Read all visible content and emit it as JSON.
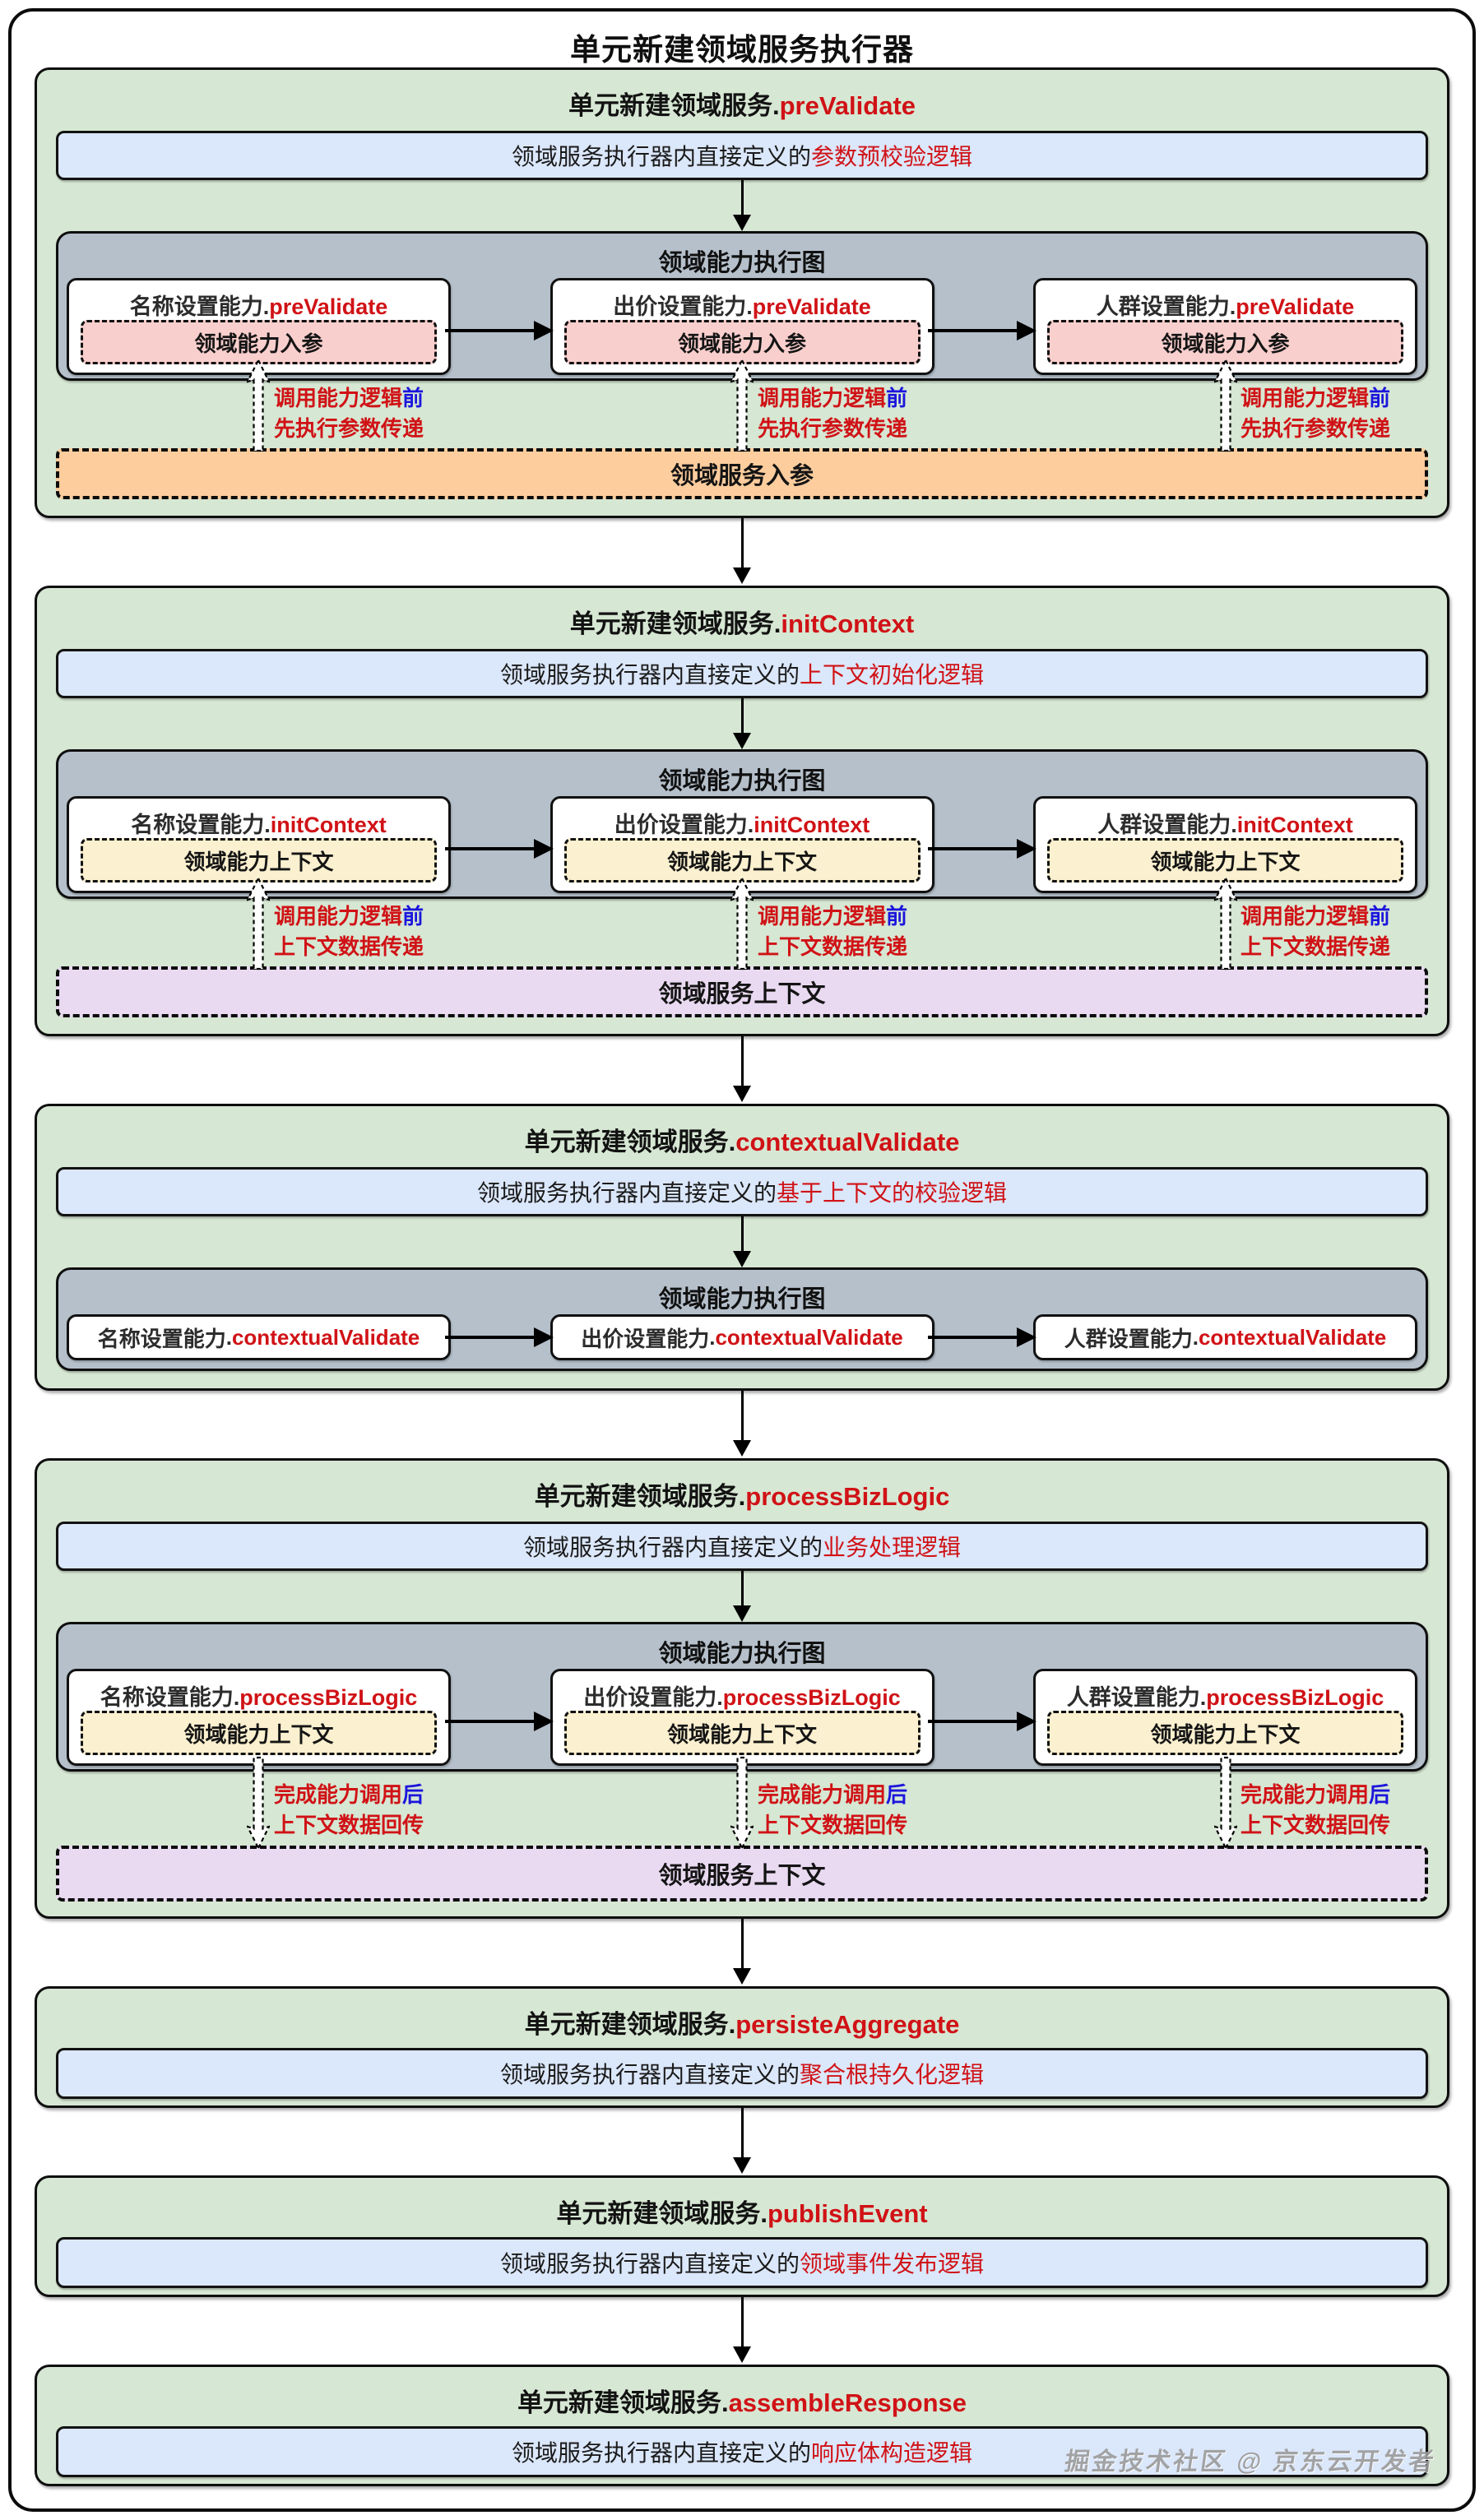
{
  "page": {
    "title": "单元新建领域服务执行器",
    "watermark": "掘金技术社区 @ 京东云开发者"
  },
  "common": {
    "dot": ".",
    "graph_title": "领域能力执行图"
  },
  "colors": {
    "section_bg": "#d6e7d3",
    "desc_bg": "#dbe7fa",
    "graph_bg": "#b5c0cb",
    "node_bg": "#ffffff",
    "capability_param_bg": "#f9cfcd",
    "capability_context_bg": "#fbf0cf",
    "service_param_bg": "#fdcd9d",
    "service_context_bg": "#e9daf1",
    "accent_red": "#d01216",
    "accent_blue": "#1b15dc",
    "border": "#0e0e0e"
  },
  "sections": [
    {
      "kind": "full-up",
      "service": "单元新建领域服务",
      "method": "preValidate",
      "desc_prefix": "领域服务执行器内直接定义的",
      "desc_highlight": "参数预校验逻辑",
      "nodes": [
        {
          "name": "名称设置能力",
          "method": "preValidate",
          "inner": "领域能力入参"
        },
        {
          "name": "出价设置能力",
          "method": "preValidate",
          "inner": "领域能力入参"
        },
        {
          "name": "人群设置能力",
          "method": "preValidate",
          "inner": "领域能力入参"
        }
      ],
      "flow": {
        "line1_red": "调用能力逻辑",
        "line1_blue": "前",
        "line2": "先执行参数传递"
      },
      "bus": "领域服务入参"
    },
    {
      "kind": "full-up",
      "service": "单元新建领域服务",
      "method": "initContext",
      "desc_prefix": "领域服务执行器内直接定义的",
      "desc_highlight": "上下文初始化逻辑",
      "nodes": [
        {
          "name": "名称设置能力",
          "method": "initContext",
          "inner": "领域能力上下文"
        },
        {
          "name": "出价设置能力",
          "method": "initContext",
          "inner": "领域能力上下文"
        },
        {
          "name": "人群设置能力",
          "method": "initContext",
          "inner": "领域能力上下文"
        }
      ],
      "flow": {
        "line1_red": "调用能力逻辑",
        "line1_blue": "前",
        "line2": "上下文数据传递"
      },
      "bus": "领域服务上下文"
    },
    {
      "kind": "graph-only",
      "service": "单元新建领域服务",
      "method": "contextualValidate",
      "desc_prefix": "领域服务执行器内直接定义的",
      "desc_highlight": "基于上下文的校验逻辑",
      "nodes": [
        {
          "name": "名称设置能力",
          "method": "contextualValidate"
        },
        {
          "name": "出价设置能力",
          "method": "contextualValidate"
        },
        {
          "name": "人群设置能力",
          "method": "contextualValidate"
        }
      ]
    },
    {
      "kind": "full-down",
      "service": "单元新建领域服务",
      "method": "processBizLogic",
      "desc_prefix": "领域服务执行器内直接定义的",
      "desc_highlight": "业务处理逻辑",
      "nodes": [
        {
          "name": "名称设置能力",
          "method": "processBizLogic",
          "inner": "领域能力上下文"
        },
        {
          "name": "出价设置能力",
          "method": "processBizLogic",
          "inner": "领域能力上下文"
        },
        {
          "name": "人群设置能力",
          "method": "processBizLogic",
          "inner": "领域能力上下文"
        }
      ],
      "flow": {
        "line1_red": "完成能力调用",
        "line1_blue": "后",
        "line2": "上下文数据回传"
      },
      "bus": "领域服务上下文"
    },
    {
      "kind": "simple",
      "service": "单元新建领域服务",
      "method": "persisteAggregate",
      "desc_prefix": "领域服务执行器内直接定义的",
      "desc_highlight": "聚合根持久化逻辑"
    },
    {
      "kind": "simple",
      "service": "单元新建领域服务",
      "method": "publishEvent",
      "desc_prefix": "领域服务执行器内直接定义的",
      "desc_highlight": "领域事件发布逻辑"
    },
    {
      "kind": "simple",
      "service": "单元新建领域服务",
      "method": "assembleResponse",
      "desc_prefix": "领域服务执行器内直接定义的",
      "desc_highlight": "响应体构造逻辑"
    }
  ]
}
